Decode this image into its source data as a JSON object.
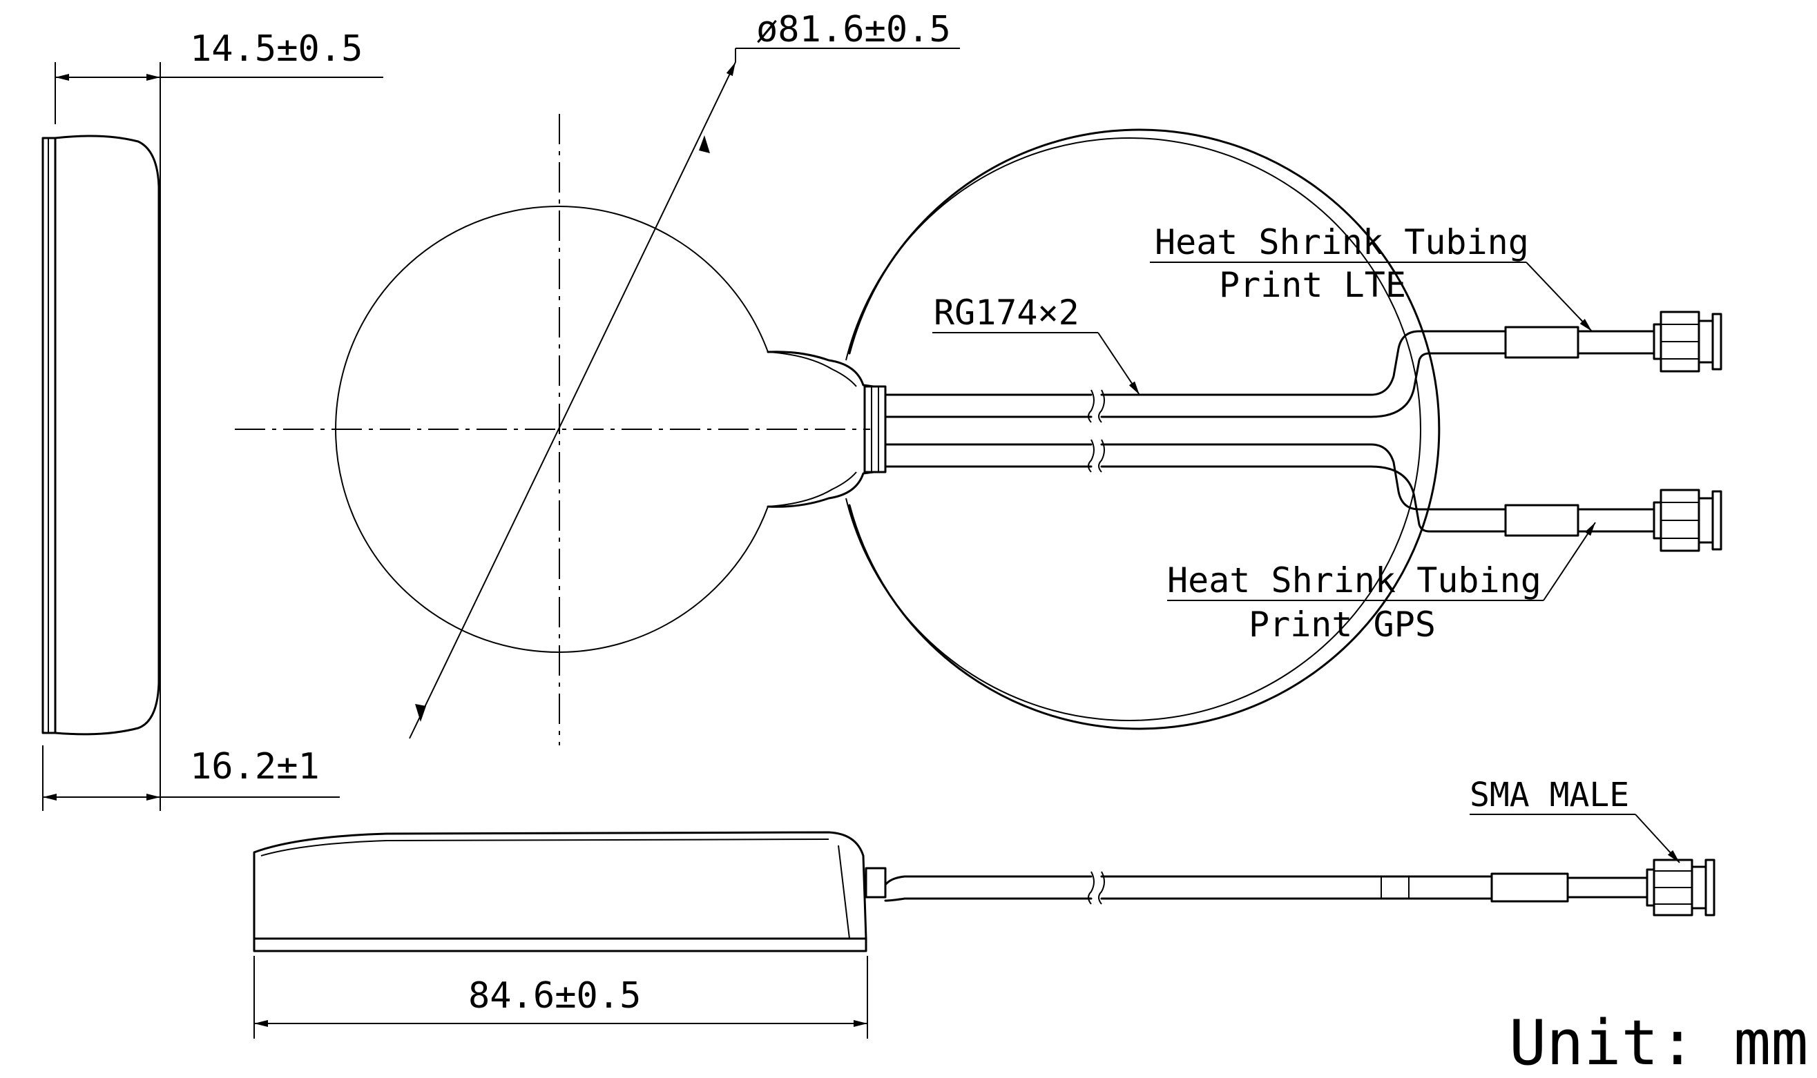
{
  "dimensions": {
    "height_top": "14.5±0.5",
    "diameter": "ø81.6±0.5",
    "height_total": "16.2±1",
    "length": "84.6±0.5"
  },
  "labels": {
    "cable": "RG174×2",
    "tubing_lte_line1": "Heat Shrink Tubing",
    "tubing_lte_line2": "Print LTE",
    "tubing_gps_line1": "Heat Shrink Tubing",
    "tubing_gps_line2": "Print GPS",
    "connector": "SMA MALE"
  },
  "unit": "Unit: mm"
}
